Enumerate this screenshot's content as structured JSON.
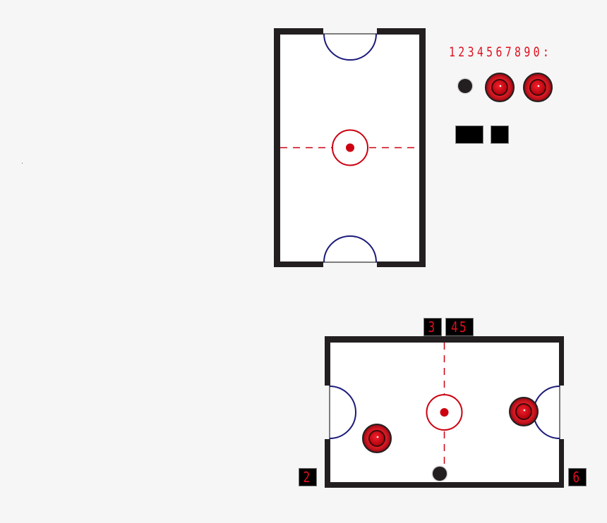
{
  "colors": {
    "background": "#f6f6f6",
    "table_surface": "#ffffff",
    "wall": "#231f20",
    "goal_arc": "#1b1a7a",
    "center_line": "#cc0010",
    "led_digit": "#e0101e",
    "led_bg": "#000000",
    "mallet_outer": "#e8202a",
    "mallet_inner": "#c8000e",
    "puck": "#231f20"
  },
  "sprite_sheet": {
    "digit_strip": "1234567890:",
    "pieces": [
      {
        "type": "puck",
        "icon": "puck-icon"
      },
      {
        "type": "mallet",
        "icon": "mallet-icon"
      },
      {
        "type": "mallet",
        "icon": "mallet-icon"
      }
    ],
    "blank_blocks": [
      "wide-block",
      "square-block"
    ]
  },
  "vertical_table": {
    "orientation": "portrait",
    "goals": [
      "top",
      "bottom"
    ]
  },
  "horizontal_table": {
    "orientation": "landscape",
    "timer": {
      "minutes": "3",
      "seconds": "45"
    },
    "score_left": "2",
    "score_right": "6",
    "pieces": [
      {
        "type": "mallet",
        "side": "left"
      },
      {
        "type": "mallet",
        "side": "right"
      },
      {
        "type": "puck",
        "position": "bottom-center"
      }
    ]
  }
}
